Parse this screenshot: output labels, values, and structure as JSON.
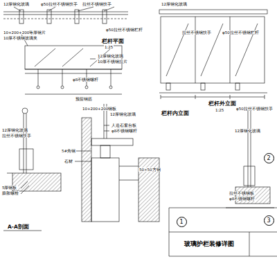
{
  "diagram": {
    "nodes": [
      {
        "text": [
          "2"
        ]
      },
      {
        "text": [
          "1"
        ]
      },
      {
        "text": [
          "玻璃护栏装修详图"
        ]
      },
      {
        "text": [
          "3"
        ]
      }
    ],
    "labels": [
      "12厚钢化玻璃",
      "φ50拉丝不锈钢扶手",
      "拉丝不锈钢扶手",
      "φ50拉丝不锈钢栏杆",
      "10+200+200等厚钢片",
      "10厚不锈钢玻璃夹",
      "栏杆平面",
      "1:25",
      "12厚钢化玻璃",
      "10厚不锈钢拉片",
      "φ8不锈钢螺杆",
      "预留钢筋",
      "12厚钢化玻璃",
      "拉丝不锈钢扶手",
      "φ50拉丝不锈钢栏杆",
      "栏杆外立面",
      "1:25",
      "栏杆内立面",
      "12厚钢化玻璃",
      "拉丝不锈钢扶手",
      "5厚钢板",
      "膨胀螺栓",
      "A-A剖面",
      "10+200+200钢板",
      "12厚钢化玻璃",
      "人造石窗台板",
      "φ8不锈钢螺杆",
      "5#角钢",
      "石材",
      "50×50方钢",
      "φ50拉丝不锈钢扶手",
      "12厚钢化玻璃",
      "拉丝不锈钢板",
      "φ8不锈钢螺杆"
    ]
  }
}
